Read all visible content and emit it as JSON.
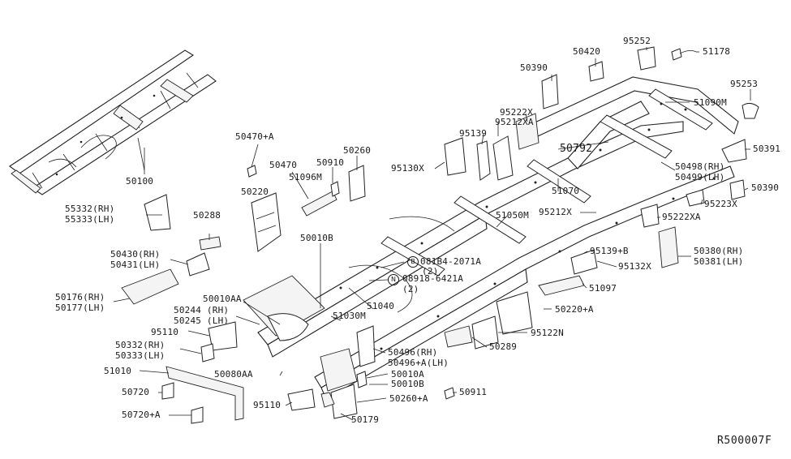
{
  "diagram": {
    "reference_code": "R500007F",
    "callouts": {
      "c50100": "50100",
      "c50470a": "50470+A",
      "c50470": "50470",
      "c51096m": "51096M",
      "c50910": "50910",
      "c50260": "50260",
      "c50220": "50220",
      "c55332": "55332(RH)",
      "c55333": "55333(LH)",
      "c50288": "50288",
      "c50430": "50430(RH)",
      "c50431": "50431(LH)",
      "c50010b_top": "50010B",
      "c50176": "50176(RH)",
      "c50177": "50177(LH)",
      "c50010aa": "50010AA",
      "c50244": "50244 (RH)",
      "c50245": "50245 (LH)",
      "c51030m": "51030M",
      "c51040": "51040",
      "c95110_top": "95110",
      "c50332": "50332(RH)",
      "c50333": "50333(LH)",
      "c51010": "51010",
      "c50080aa": "50080AA",
      "c50720": "50720",
      "c50720a": "50720+A",
      "c95110_bot": "95110",
      "c50179": "50179",
      "c50390_top": "50390",
      "c50420": "50420",
      "c95252": "95252",
      "c51178": "51178",
      "c95253": "95253",
      "c51090m": "51090M",
      "c95222x": "95222X",
      "c95212xa": "95212XA",
      "c95139": "95139",
      "c95130x": "95130X",
      "c50792": "50792",
      "c50391": "50391",
      "c50498": "50498(RH)",
      "c50499": "50499(LH)",
      "c51070": "51070",
      "c50390_right": "50390",
      "c95223x": "95223X",
      "c95212x": "95212X",
      "c95222xa": "95222XA",
      "c51050m": "51050M",
      "c08184": "081B4-2071A",
      "c08184q": "(2)",
      "c08918": "08918-6421A",
      "c08918q": "(2)",
      "c95139b": "95139+B",
      "c50380": "50380(RH)",
      "c50381": "50381(LH)",
      "c95132x": "95132X",
      "c51097": "51097",
      "c50220a": "50220+A",
      "c95122n": "95122N",
      "c50289": "50289",
      "c50496": "50496(RH)",
      "c50496a": "50496+A(LH)",
      "c50010a": "50010A",
      "c50010b_bot": "50010B",
      "c50911": "50911",
      "c50260a": "50260+A"
    },
    "markers": {
      "b_marker": "B",
      "n_marker": "N"
    }
  }
}
